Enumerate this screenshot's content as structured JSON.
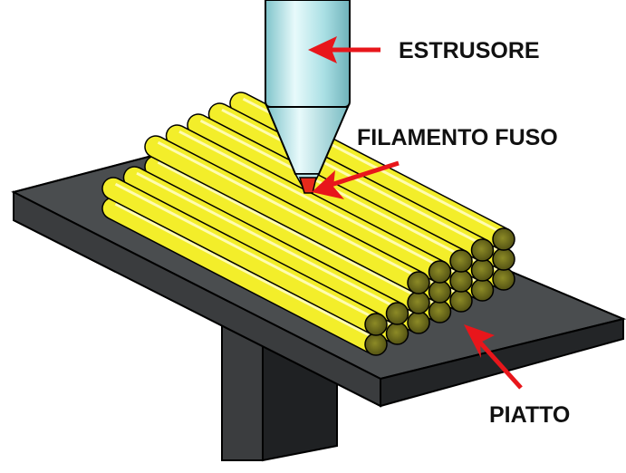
{
  "labels": {
    "extruder": "ESTRUSORE",
    "molten_filament": "FILAMENTO FUSO",
    "plate": "PIATTO"
  },
  "colors": {
    "arrow": "#e8161b",
    "filament": "#f3ee2a",
    "filament_shadow": "#b8b010",
    "filament_end": "#6b6a1a",
    "plate_top": "#4a4d4f",
    "plate_side": "#2c2e30",
    "pillar": "#2f3133",
    "extruder_body": "#a9dfe4",
    "extruder_highlight": "#e8fafb",
    "nozzle_tip": "#e62a1b"
  },
  "icons": {
    "arrow": "arrow-icon"
  }
}
